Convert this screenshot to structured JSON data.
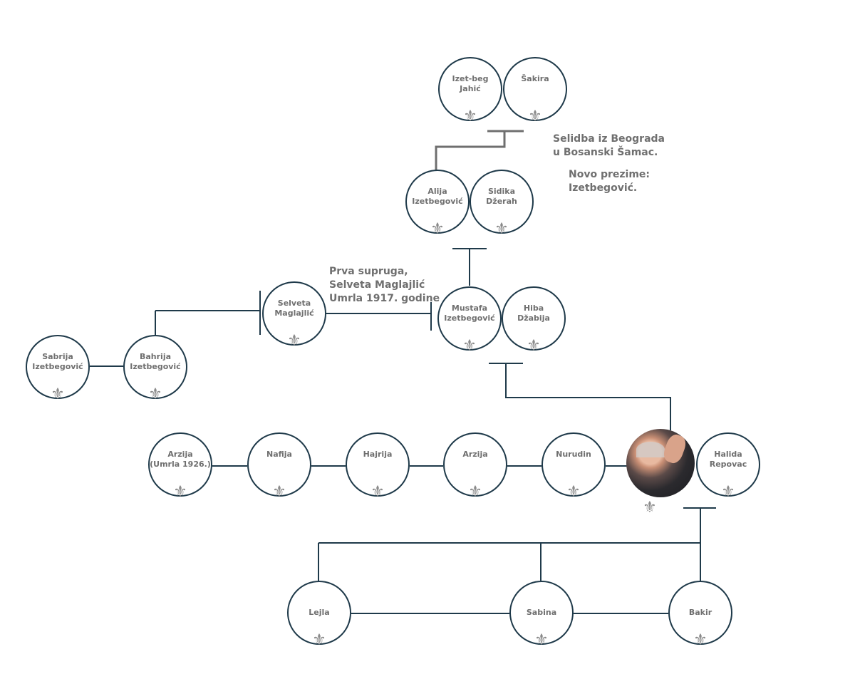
{
  "people": {
    "izet_beg": "Izet-beg\nJahić",
    "sakira": "Šakira",
    "alija_sr": "Alija\nIzetbegović",
    "sidika": "Sidika\nDžerah",
    "selveta": "Selveta\nMaglajlić",
    "mustafa": "Mustafa\nIzetbegović",
    "hiba": "Hiba\nDžabija",
    "sabrija": "Sabrija\nIzetbegović",
    "bahrija": "Bahrija\nIzetbegović",
    "arzija_1926": "Arzija\n(Umrla 1926.)",
    "nafija": "Nafija",
    "hajrija": "Hajrija",
    "arzija": "Arzija",
    "nurudin": "Nurudin",
    "halida": "Halida\nRepovac",
    "lejla": "Lejla",
    "sabina": "Sabina",
    "bakir": "Bakir"
  },
  "notes": {
    "move": "Selidba iz Beograda\nu Bosanski Šamac.",
    "surname": "Novo prezime:\nIzetbegović.",
    "first_wife": "Prva supruga,\nSelveta Maglajlić\nUmrla 1917. godine"
  },
  "icons": {
    "fleur": "⚜"
  },
  "colors": {
    "line": "#1f3a4a",
    "top_line": "#6f6f6f",
    "text": "#6f6f6f"
  }
}
